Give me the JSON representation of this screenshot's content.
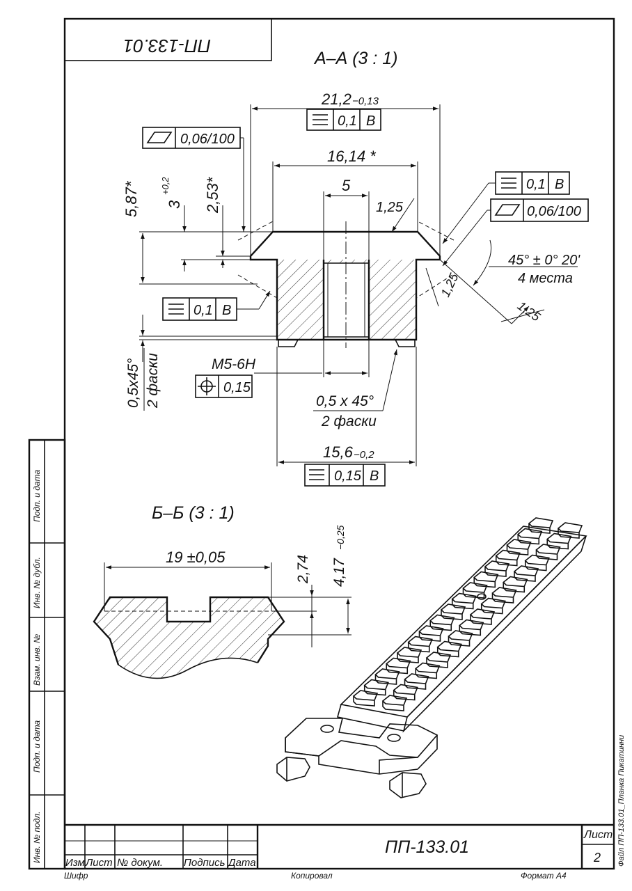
{
  "doc_code_rotated": "ПП-133.01",
  "section_aa": "А–А (3 : 1)",
  "section_bb": "Б–Б (3 : 1)",
  "dimensions": {
    "d_21_2": "21,2",
    "d_21_2_tol": "−0,13",
    "d_16_14": "16,14 *",
    "d_5": "5",
    "d_1_25_top": "1,25",
    "d_1_25_side": "1,25",
    "d_1_25_diag": "1,25",
    "d_5_87": "5,87*",
    "d_3": "3",
    "d_3_tol": "+0,2",
    "d_2_53": "2,53*",
    "d_45deg": "45° ± 0° 20'",
    "d_4_places": "4 места",
    "d_m5": "M5-6H",
    "d_chamfer_left_1": "0,5х45°",
    "d_chamfer_left_2": "2 фаски",
    "d_chamfer_mid_1": "0,5 х 45°",
    "d_chamfer_mid_2": "2 фаски",
    "d_15_6": "15,6",
    "d_15_6_tol": "−0,2",
    "d_19": "19 ±0,05",
    "d_2_74": "2,74",
    "d_4_17": "4,17",
    "d_4_17_tol": "−0,25"
  },
  "tolerance_frames": {
    "par_top": {
      "value": "0,1",
      "datum": "B"
    },
    "flat_top": {
      "value": "0,06/100"
    },
    "par_right": {
      "value": "0,1",
      "datum": "B"
    },
    "flat_right": {
      "value": "0,06/100"
    },
    "par_left": {
      "value": "0,1",
      "datum": "B"
    },
    "pos_m5": {
      "value": "0,15"
    },
    "par_bottom": {
      "value": "0,15",
      "datum": "B"
    }
  },
  "side_strip": {
    "labels": [
      "Подп. и дата",
      "Инв. № дубл.",
      "Взам. инв. №",
      "Подп. и дата",
      "Инв. № подл."
    ]
  },
  "title_block": {
    "code": "ПП-133.01",
    "sheet_label": "Лист",
    "sheet_number": "2",
    "headers": [
      "Изм.",
      "Лист",
      "№ докум.",
      "Подпись",
      "Дата"
    ]
  },
  "footer": {
    "shifr": "Шифр",
    "kopiroval": "Копировал",
    "format": "Формат А4"
  },
  "file_label": "Файл ПП-133.01_Планка Пикатинни"
}
